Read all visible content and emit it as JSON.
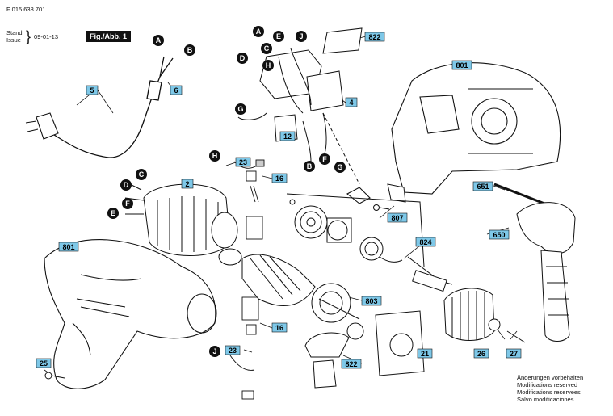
{
  "header": {
    "doc_number": "F 015 638 701",
    "stand_label": "Stand",
    "issue_label": "Issue",
    "date": "09-01-13",
    "figure_badge": "Fig./Abb. 1"
  },
  "notes": [
    "Änderungen vorbehalten",
    "Modifications reserved",
    "Modifications reservees",
    "Salvo modificaciones"
  ],
  "colors": {
    "callout_box": "#7ec8e8",
    "connector_circle": "#111111",
    "line": "#111111"
  },
  "part_labels": {
    "p5": "5",
    "p6": "6",
    "p2": "2",
    "p801a": "801",
    "p801b": "801",
    "p822a": "822",
    "p822b": "822",
    "p4": "4",
    "p12": "12",
    "p23a": "23",
    "p23b": "23",
    "p16a": "16",
    "p16b": "16",
    "p807": "807",
    "p824": "824",
    "p803": "803",
    "p21": "21",
    "p26": "26",
    "p27": "27",
    "p25": "25",
    "p651": "651",
    "p650": "650"
  },
  "connector_letters": {
    "A": "A",
    "B": "B",
    "C": "C",
    "D": "D",
    "E": "E",
    "F": "F",
    "G": "G",
    "H": "H",
    "J": "J"
  }
}
